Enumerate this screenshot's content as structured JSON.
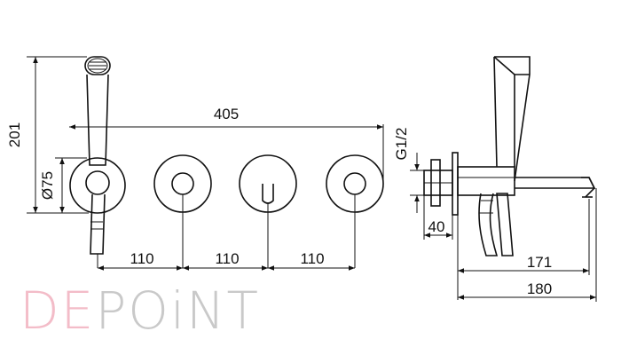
{
  "dimensions": {
    "height_total": "201",
    "width_total": "405",
    "diameter": "Ø75",
    "spacing": [
      "110",
      "110",
      "110"
    ],
    "thread": "G1/2",
    "depth_body": "40",
    "spout_length": "171",
    "overall_depth": "180"
  },
  "logo": {
    "part1": "DE",
    "part2": "POiNT"
  },
  "colors": {
    "line": "#111111",
    "logo_pink": "#f3bcc8",
    "logo_gray": "#c9c9c9"
  }
}
